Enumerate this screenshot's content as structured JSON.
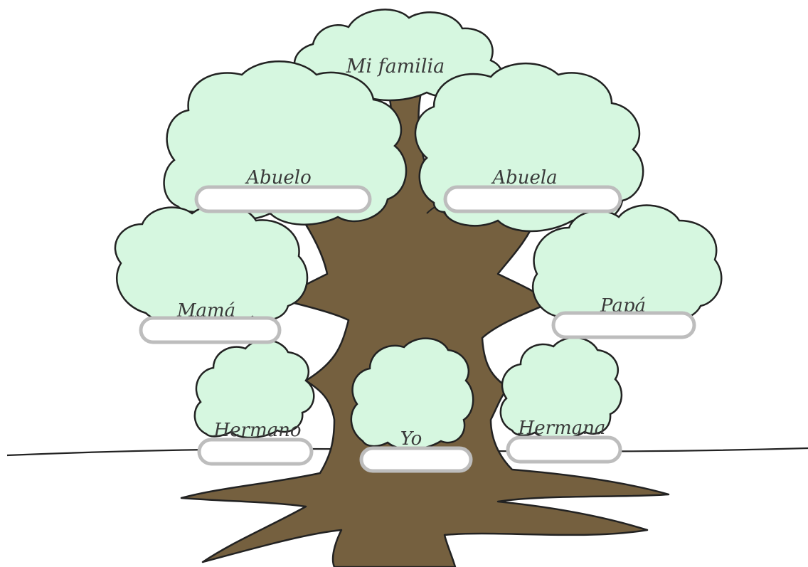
{
  "title": "Mi familia",
  "colors": {
    "leaf": "#d6f7e0",
    "trunk": "#75603f",
    "outline": "#222222",
    "box_border": "#bdbdbd"
  },
  "members": {
    "abuelo": "Abuelo",
    "abuela": "Abuela",
    "mama": "Mamá",
    "papa": "Papá",
    "hermano": "Hermano",
    "yo": "Yo",
    "hermana": "Hermana"
  }
}
